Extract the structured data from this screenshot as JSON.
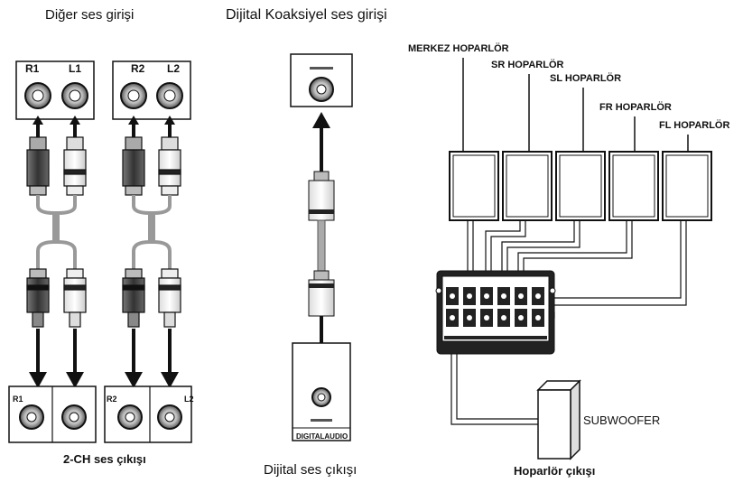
{
  "titles": {
    "other_audio_input": "Diğer ses girişi",
    "digital_coaxial_input": "Dijital Koaksiyel ses girişi",
    "two_ch_output": "2-CH ses çıkışı",
    "digital_audio_output": "Dijital ses çıkışı",
    "speaker_output": "Hoparlör çıkışı"
  },
  "speakers": {
    "center": "MERKEZ HOPARLÖR",
    "sr": "SR HOPARLÖR",
    "sl": "SL HOPARLÖR",
    "fr": "FR  HOPARLÖR",
    "fl": "FL HOPARLÖR",
    "subwoofer": "SUBWOOFER"
  },
  "jacks": {
    "r1": "R1",
    "l1": "L1",
    "r2": "R2",
    "l2": "L2",
    "out_r1": "R1",
    "out_r2": "R2",
    "out_l2": "L2"
  },
  "panel": {
    "digital_audio": "DIGITALAUDIO"
  },
  "colors": {
    "line": "#111111",
    "cable_gray": "#9a9a9a",
    "plug_dark": "#444444",
    "plug_light": "#f2f2f2"
  }
}
